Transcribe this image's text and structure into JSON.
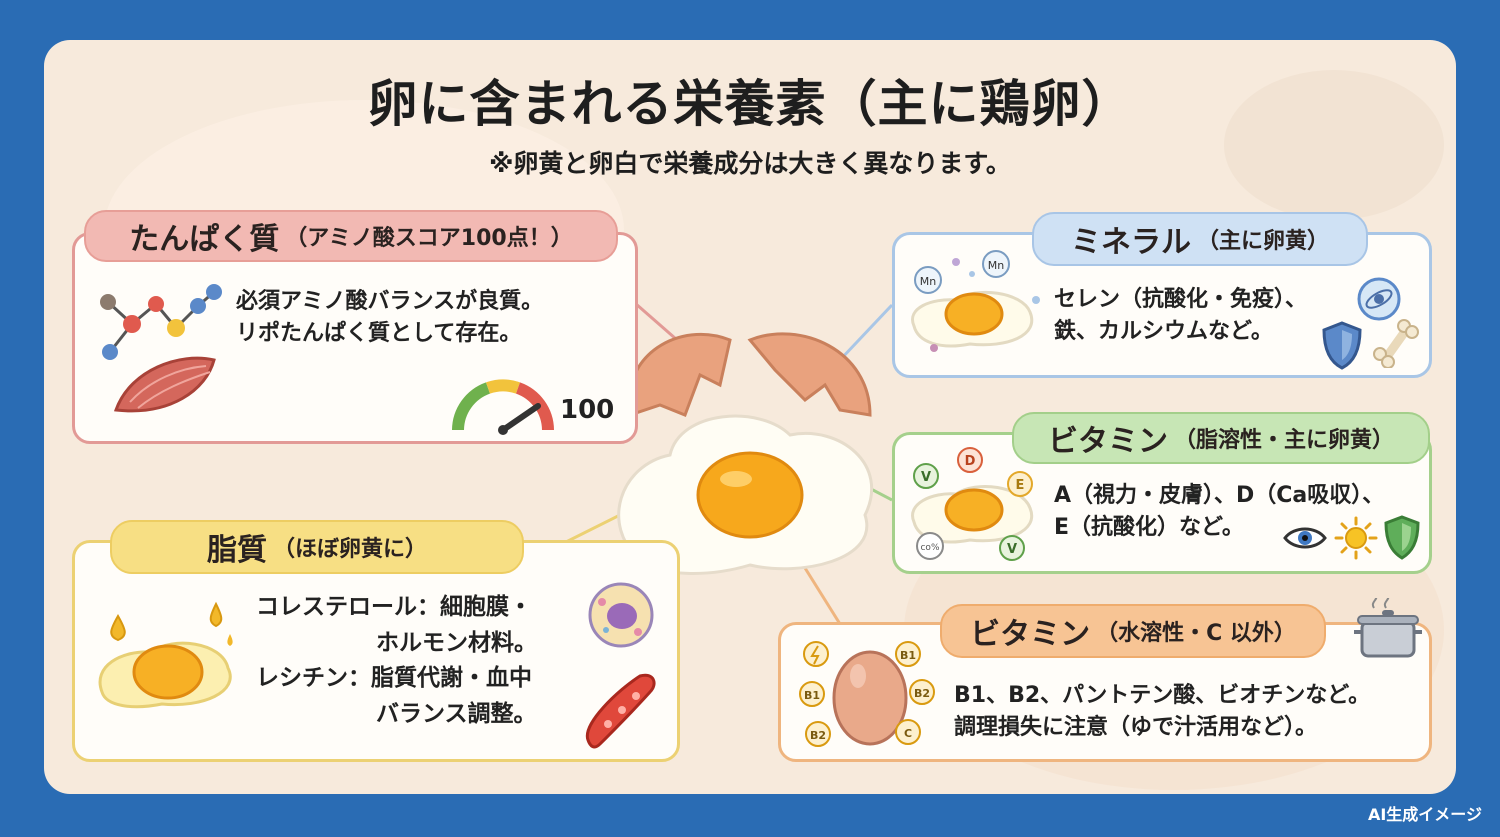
{
  "header": {
    "title": "卵に含まれる栄養素（主に鶏卵）",
    "subtitle": "※卵黄と卵白で栄養成分は大きく異なります。"
  },
  "protein": {
    "heading": "たんぱく質",
    "note": "（アミノ酸スコア100点！）",
    "lines": [
      "必須アミノ酸バランスが良質。",
      "リポたんぱく質として存在。"
    ],
    "score": "100"
  },
  "fat": {
    "heading": "脂質",
    "note": "（ほぼ卵黄に）",
    "lines": [
      "コレステロール：細胞膜・",
      "ホルモン材料。",
      "レシチン：脂質代謝・血中",
      "バランス調整。"
    ]
  },
  "mineral": {
    "heading": "ミネラル",
    "note": "（主に卵黄）",
    "lines": [
      "セレン（抗酸化・免疫）、",
      "鉄、カルシウムなど。"
    ],
    "bubble_labels": [
      "Mn",
      "Mn"
    ]
  },
  "vitamin_fat": {
    "heading": "ビタミン",
    "note": "（脂溶性・主に卵黄）",
    "lines": [
      "A（視力・皮膚）、D（Ca吸収）、",
      "E（抗酸化）など。"
    ],
    "bubble_labels": [
      "V",
      "D",
      "E",
      "V",
      "co%"
    ]
  },
  "vitamin_water": {
    "heading": "ビタミン",
    "note": "（水溶性・C 以外）",
    "lines": [
      "B1、B2、パントテン酸、ビオチンなど。",
      "調理損失に注意（ゆで汁活用など）。"
    ],
    "bubble_labels": [
      "B1",
      "B1",
      "B2",
      "B2",
      "C"
    ]
  },
  "footer": {
    "watermark": "AI生成イメージ"
  },
  "colors": {
    "frame": "#2a6cb4",
    "protein": "#e29a96",
    "fat": "#ecd173",
    "mineral": "#a9c6e6",
    "vitamin_fat": "#a5d08c",
    "vitamin_water": "#efb57f"
  }
}
